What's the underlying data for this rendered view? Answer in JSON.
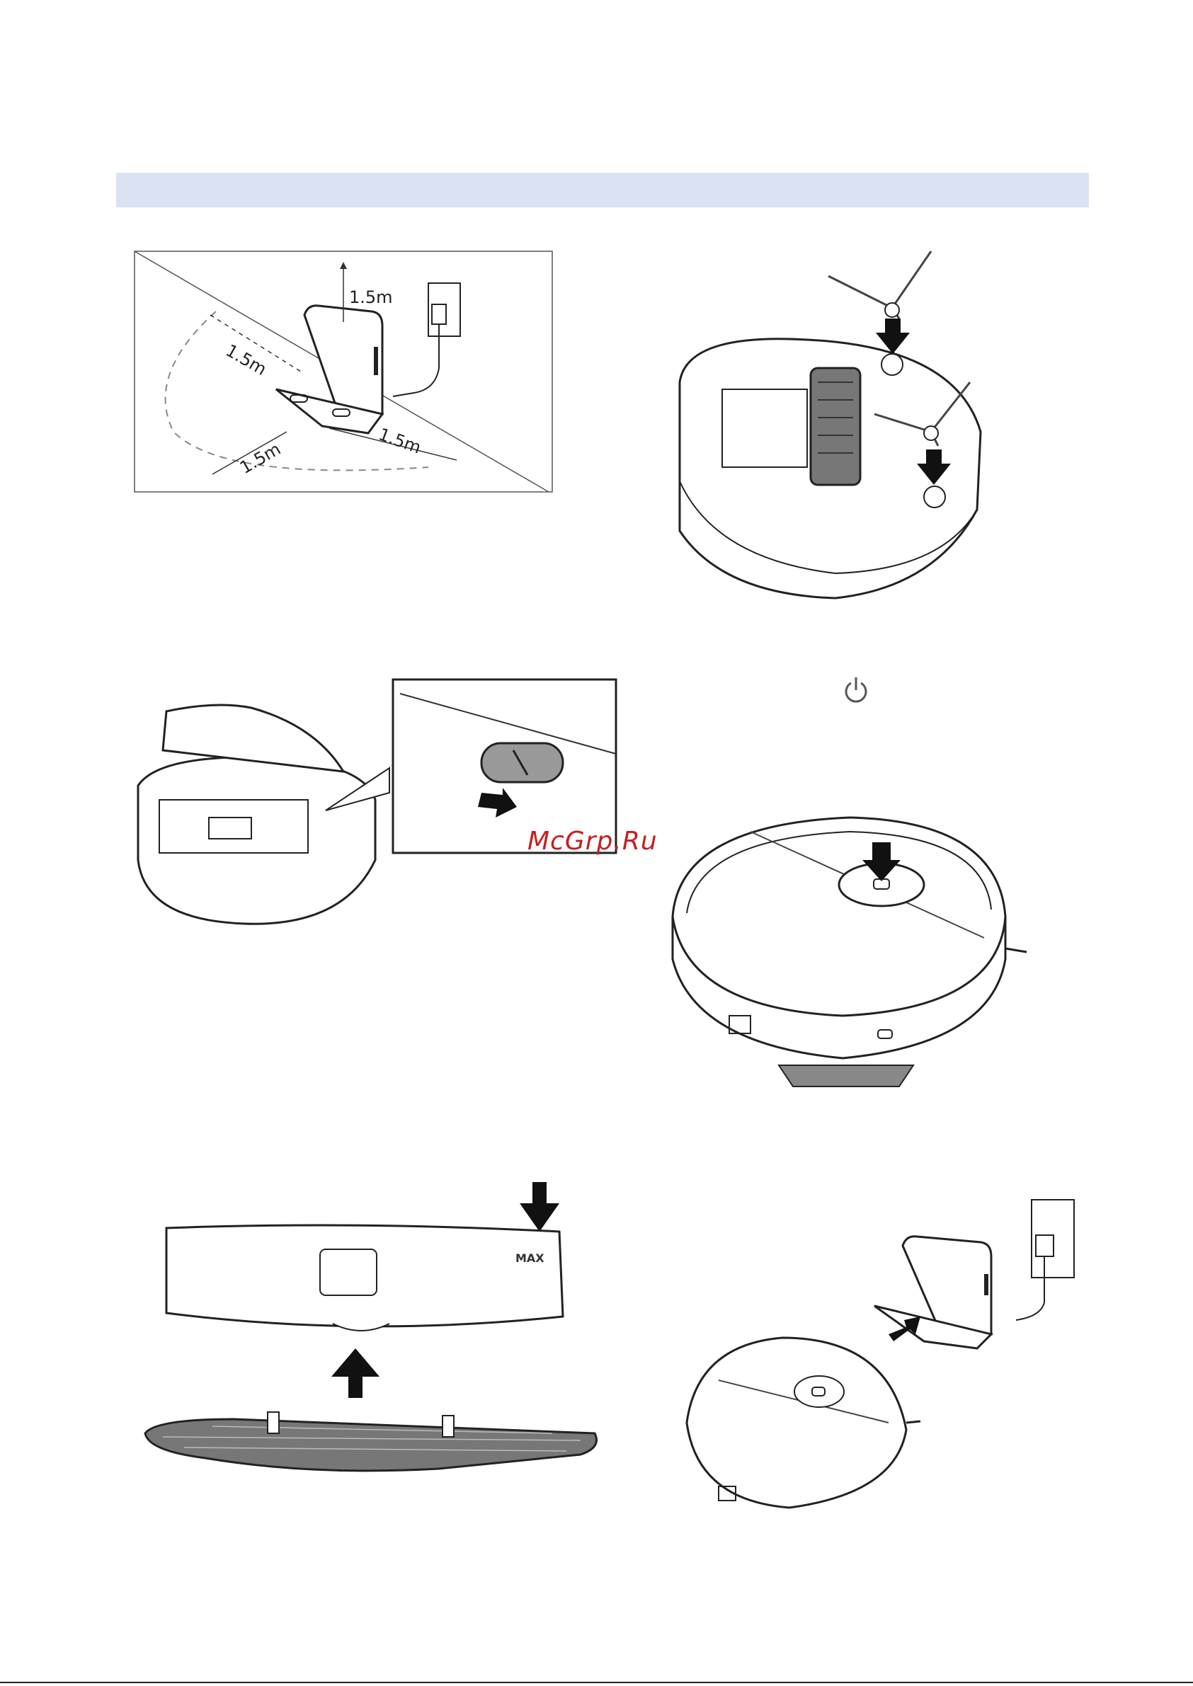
{
  "header": {
    "bar_color": "#dae3f3"
  },
  "figure_1": {
    "labels": {
      "height": "1.5m",
      "left": "1.5m",
      "right": "1.5m",
      "front": "1.5m"
    }
  },
  "figure_2": {
    "arrow_count": 2
  },
  "figure_3": {
    "arrow_count": 1
  },
  "figure_4": {
    "power_icon": "power-icon",
    "arrow_count": 1
  },
  "figure_5": {
    "brand_mark": "MAX",
    "arrow_count": 2
  },
  "figure_6": {
    "arrow_count": 1
  },
  "watermark": {
    "text": "McGrp.Ru",
    "color": "#c81e1e"
  }
}
